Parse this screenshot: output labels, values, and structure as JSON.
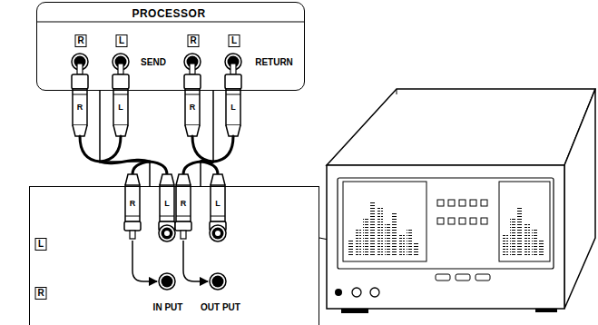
{
  "diagram": {
    "nodes": [
      {
        "text": [
          "PROCESSOR",
          "R",
          "L",
          "SEND",
          "R",
          "L",
          "RETURN"
        ]
      },
      {
        "text": [
          "L",
          "R",
          "IN PUT",
          "OUT PUT"
        ]
      }
    ],
    "edges": [
      {
        "from": 0,
        "to": 1,
        "arrow": "none"
      },
      {
        "from": 1,
        "to": 0,
        "arrow": "none"
      }
    ],
    "labels": [
      "R",
      "L",
      "R",
      "L",
      "R",
      "L",
      "R",
      "L"
    ]
  }
}
